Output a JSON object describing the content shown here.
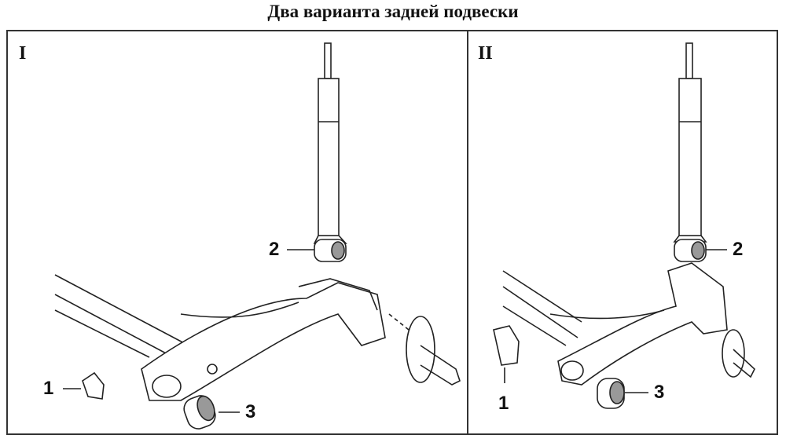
{
  "title": "Два варианта задней подвески",
  "panels": [
    {
      "label": "I",
      "callouts": [
        "1",
        "2",
        "3"
      ]
    },
    {
      "label": "II",
      "callouts": [
        "1",
        "2",
        "3"
      ]
    }
  ]
}
